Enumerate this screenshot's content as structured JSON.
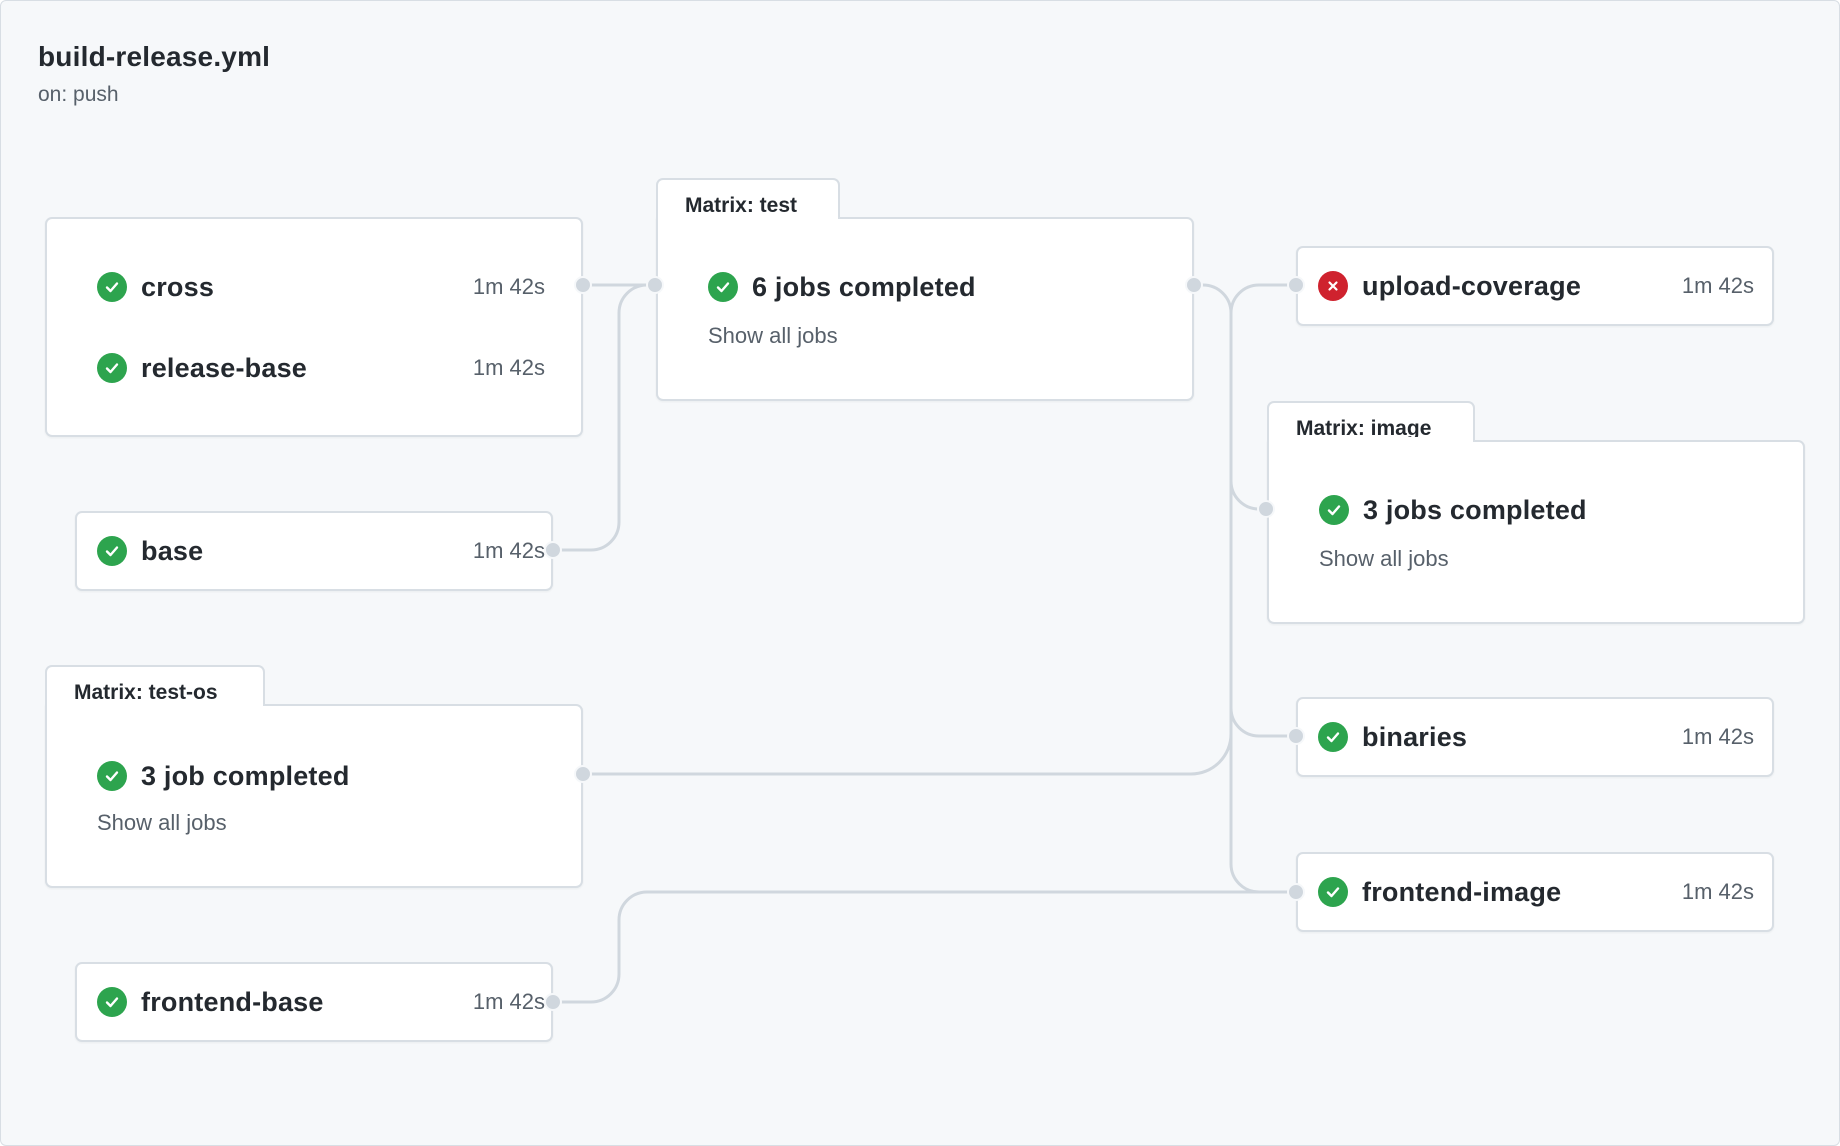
{
  "workflow": {
    "title": "build-release.yml",
    "trigger": "on: push"
  },
  "jobs": {
    "cross": {
      "name": "cross",
      "duration": "1m 42s",
      "status": "success"
    },
    "release_base": {
      "name": "release-base",
      "duration": "1m 42s",
      "status": "success"
    },
    "base": {
      "name": "base",
      "duration": "1m 42s",
      "status": "success"
    },
    "frontend_base": {
      "name": "frontend-base",
      "duration": "1m 42s",
      "status": "success"
    },
    "upload_coverage": {
      "name": "upload-coverage",
      "duration": "1m 42s",
      "status": "failure"
    },
    "binaries": {
      "name": "binaries",
      "duration": "1m 42s",
      "status": "success"
    },
    "frontend_image": {
      "name": "frontend-image",
      "duration": "1m 42s",
      "status": "success"
    }
  },
  "matrices": {
    "test": {
      "label": "Matrix: test",
      "summary": "6 jobs completed",
      "link": "Show all jobs",
      "status": "success"
    },
    "test_os": {
      "label": "Matrix: test-os",
      "summary": "3 job completed",
      "link": "Show all jobs",
      "status": "success"
    },
    "image": {
      "label": "Matrix: image",
      "summary": "3 jobs completed",
      "link": "Show all jobs",
      "status": "success"
    }
  },
  "colors": {
    "success": "#2da44e",
    "failure": "#cf222e",
    "edge": "#d0d7de",
    "background": "#f6f8fa"
  },
  "icons": {
    "success": "check-circle-icon",
    "failure": "x-circle-icon"
  }
}
